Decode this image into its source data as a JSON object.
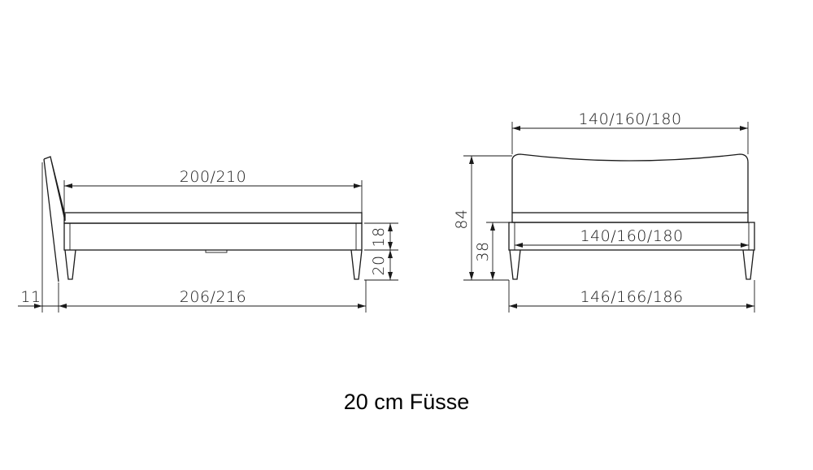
{
  "caption": "20 cm Füsse",
  "side_view": {
    "inner_length": "200/210",
    "outer_length": "206/216",
    "headboard_depth": "11",
    "frame_height": "18",
    "leg_height": "20"
  },
  "front_view": {
    "headboard_width": "140/160/180",
    "inner_width": "140/160/180",
    "outer_width": "146/166/186",
    "total_height": "84",
    "frame_top_height": "38"
  }
}
